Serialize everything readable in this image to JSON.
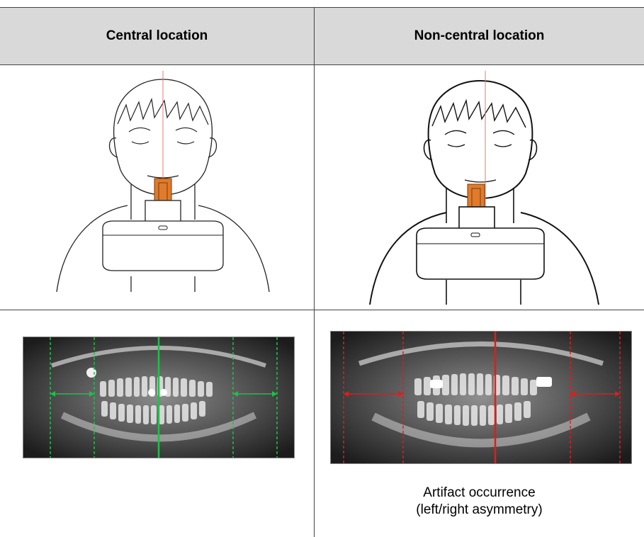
{
  "header": {
    "central_label": "Central location",
    "noncentral_label": "Non-central location"
  },
  "caption": {
    "line1": "Artifact occurrence",
    "line2": "(left/right asymmetry)"
  },
  "colors": {
    "header_bg": "#d9d9d9",
    "bite_block": "#e07b2c",
    "central_guides": "#1fbf4a",
    "noncentral_guides": "#e21b1b"
  }
}
